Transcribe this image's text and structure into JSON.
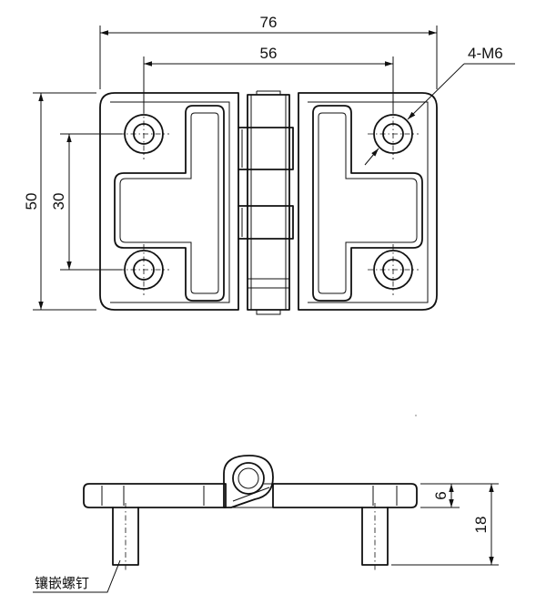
{
  "top_view": {
    "dim_overall_width": "76",
    "dim_hole_spacing_x": "56",
    "dim_overall_height": "50",
    "dim_hole_spacing_y": "30",
    "hole_callout": "4-M6"
  },
  "side_view": {
    "dim_plate_thickness": "6",
    "dim_total_height": "18",
    "stud_label": "镶嵌螺钉"
  }
}
